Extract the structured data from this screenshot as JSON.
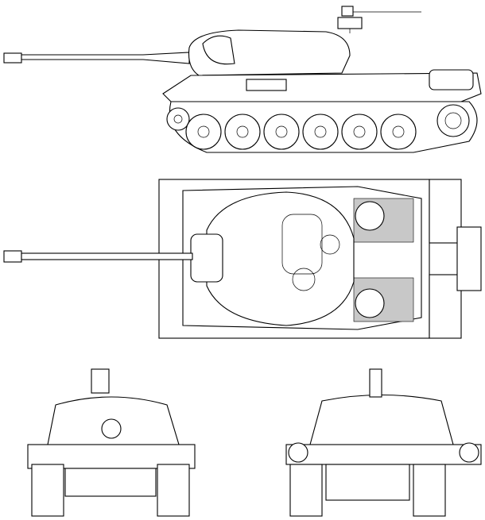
{
  "colors": {
    "line": "#000000",
    "fill": "#ffffff",
    "shade": "#c8c8c8"
  },
  "views": [
    "side-view",
    "top-view",
    "front-view",
    "rear-view"
  ]
}
